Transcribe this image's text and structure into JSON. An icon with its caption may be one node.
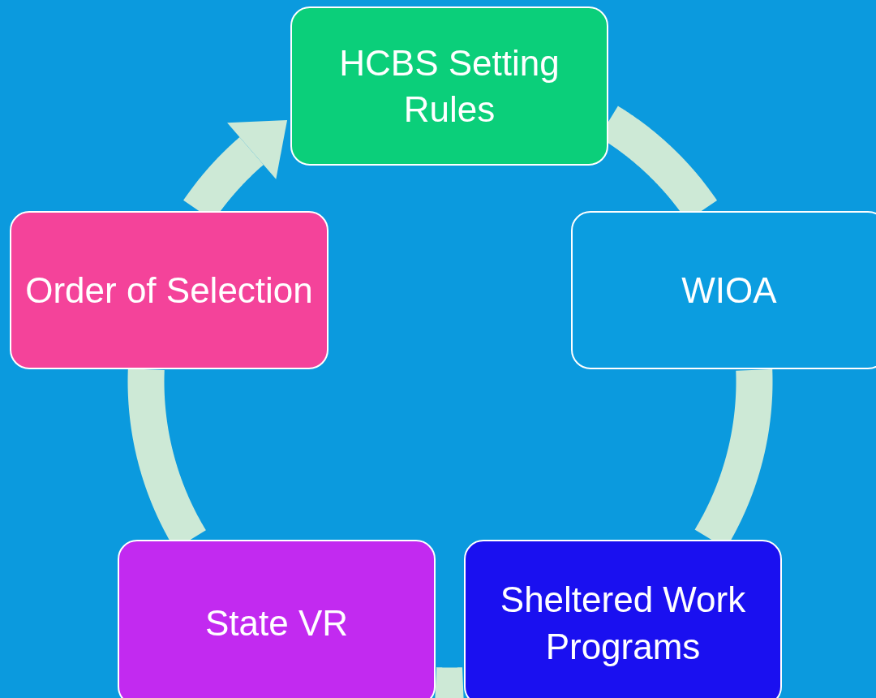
{
  "diagram": {
    "nodes": [
      {
        "text": [
          "HCBS Setting Rules"
        ]
      },
      {
        "text": [
          "WIOA"
        ]
      },
      {
        "text": [
          "Sheltered Work Programs"
        ]
      },
      {
        "text": [
          "State VR"
        ]
      },
      {
        "text": [
          "Order of Selection"
        ]
      }
    ],
    "edges": [
      {
        "from": 0,
        "to": 1,
        "arrow": "none"
      },
      {
        "from": 1,
        "to": 2,
        "arrow": "none"
      },
      {
        "from": 2,
        "to": 3,
        "arrow": "none"
      },
      {
        "from": 3,
        "to": 4,
        "arrow": "none"
      },
      {
        "from": 4,
        "to": 0,
        "arrow": "to"
      }
    ]
  }
}
